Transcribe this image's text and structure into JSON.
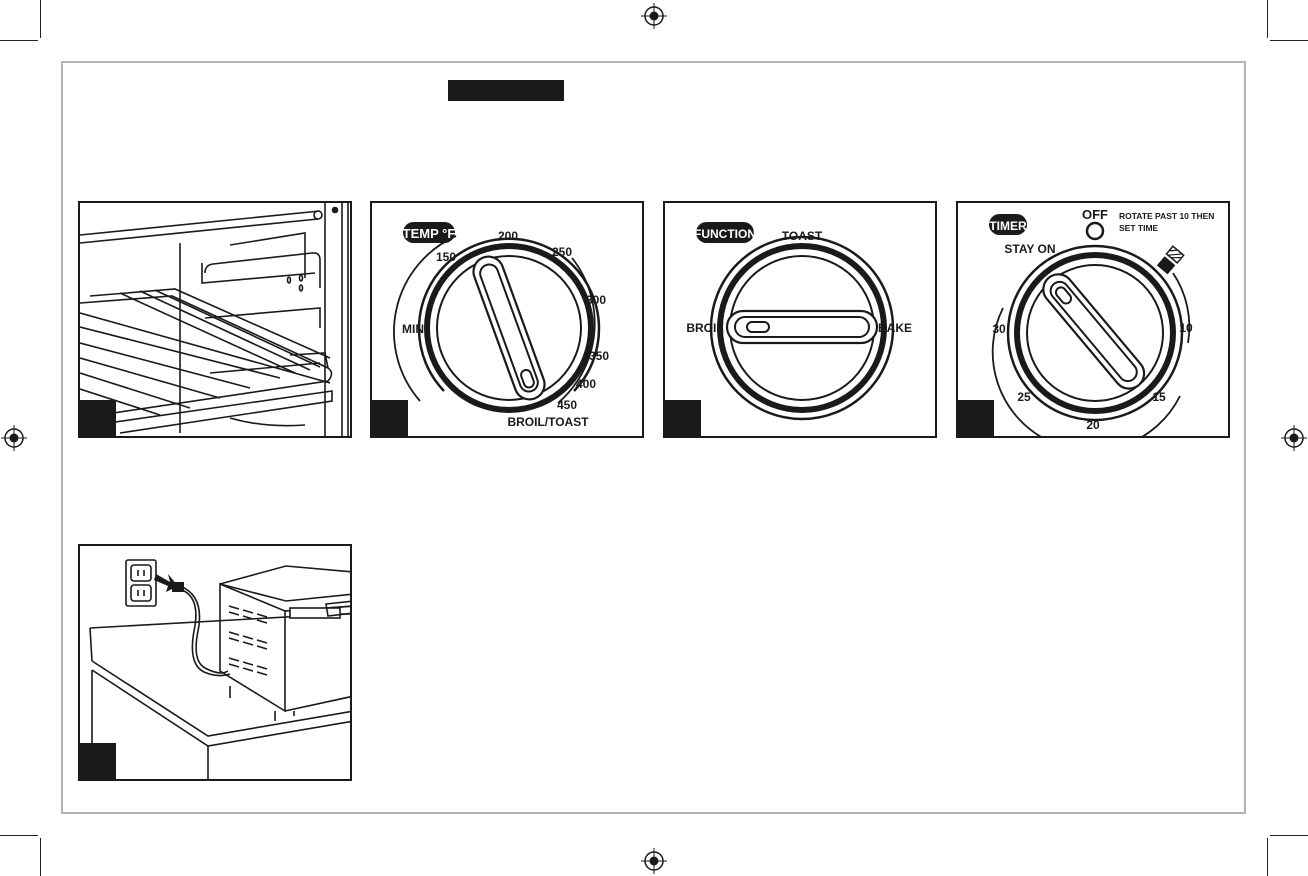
{
  "panels": {
    "rack": {
      "icon": "oven-rack-illustration"
    },
    "temp": {
      "badge": "TEMP °F",
      "labels": {
        "t150": "150",
        "t200": "200",
        "t250": "250",
        "t300": "300",
        "t350": "350",
        "t400": "400",
        "t450": "450",
        "min": "MIN",
        "broil_toast": "BROIL/TOAST"
      }
    },
    "function": {
      "badge": "FUNCTION",
      "labels": {
        "toast": "TOAST",
        "broil": "BROIL",
        "bake": "BAKE"
      }
    },
    "timer": {
      "badge": "TIMER",
      "labels": {
        "off": "OFF",
        "note_line1": "ROTATE PAST 10 THEN",
        "note_line2": "SET TIME",
        "stay_on": "STAY ON",
        "t10": "10",
        "t15": "15",
        "t20": "20",
        "t25": "25",
        "t30": "30"
      }
    },
    "plug": {
      "icon": "plug-in-outlet-illustration"
    }
  },
  "colors": {
    "ink": "#1a1a1a",
    "frame": "#b4b4b4",
    "paper": "#ffffff"
  }
}
